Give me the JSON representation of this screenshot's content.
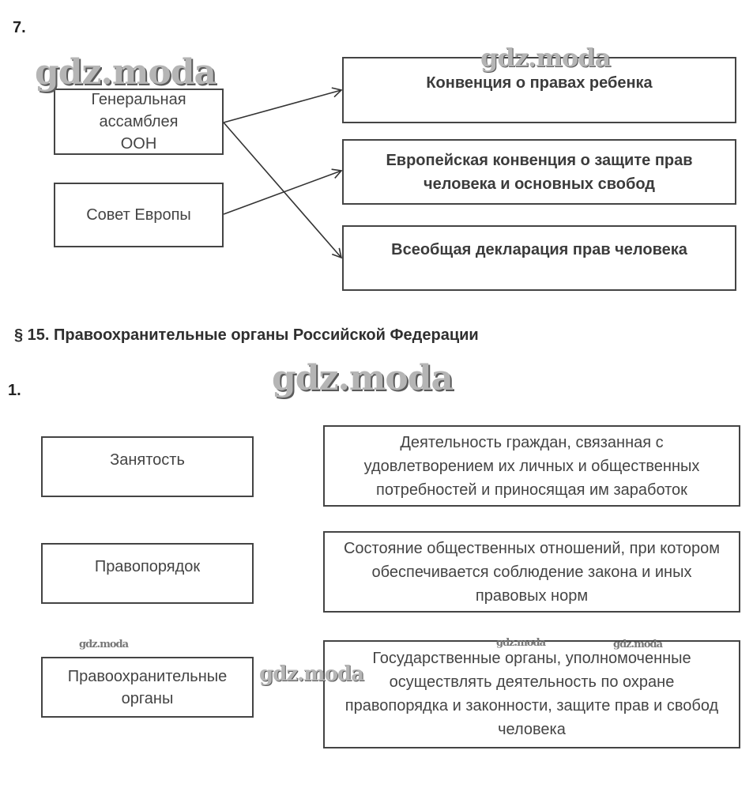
{
  "task7": {
    "number": "7.",
    "organs": [
      "Генеральная ассамблея ООН",
      "Совет Европы"
    ],
    "documents": [
      "Конвенция о правах ребенка",
      "Европейская конвенция о защите прав человека и основных свобод",
      "Всеобщая декларация прав человека"
    ]
  },
  "section": {
    "heading": "§ 15. Правоохранительные органы Российской Федерации"
  },
  "task1": {
    "number": "1.",
    "terms": [
      "Занятость",
      "Правопорядок",
      "Правоохранительные органы"
    ],
    "definitions": [
      "Деятельность граждан, связанная с удовлетворением их личных и общественных потребностей и приносящая им заработок",
      "Состояние общественных отношений, при котором обеспечивается соблюдение закона и иных правовых норм",
      "Государственные органы, уполномоченные осуществлять деятельность по охране правопорядка и законности, защите прав и свобод человека"
    ]
  },
  "watermark": "gdz.moda"
}
